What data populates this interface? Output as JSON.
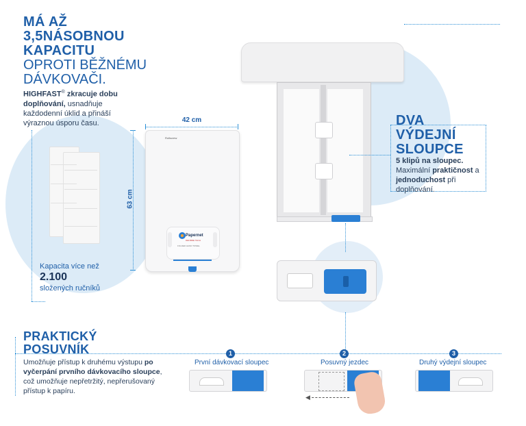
{
  "hero": {
    "line1": "MÁ AŽ",
    "line2": "3,5NÁSOBNOU",
    "line3": "KAPACITU",
    "line4": "OPROTI BĚŽNÉMU",
    "line5": "DÁVKOVAČI.",
    "brand": "HIGHFAST",
    "reg": "®",
    "p1_bold": " zkracuje dobu",
    "p2_bold": "doplňování,",
    "p2_rest": " usnadňuje",
    "p3": "každodenní úklid a přináší",
    "p4": "výraznou úsporu času."
  },
  "dims": {
    "width": "42 cm",
    "height": "63 cm"
  },
  "capacity": {
    "line1": "Kapacita více než",
    "number": "2.100",
    "line3": "složených ručníků"
  },
  "dispenser": {
    "brand_top": "Rollscrew",
    "logo": "Papernet",
    "sub_logo": "DEFIBRE TECH",
    "small_text": "FOLDED HAND TOWEL"
  },
  "columns": {
    "title1": "DVA",
    "title2": "VÝDEJNÍ",
    "title3": "SLOUPCE",
    "b1": "5 klipů na sloupec.",
    "l2a": "Maximální ",
    "l2b": "praktičnost",
    "l2c": " a",
    "l3": "jednoduchost",
    "l3b": " při",
    "l4": "doplňování."
  },
  "slider": {
    "title1": "PRAKTICKÝ",
    "title2": "POSUVNÍK",
    "t1": "Umožňuje přístup k druhému výstupu ",
    "t1b": "po",
    "t2": "vyčerpání prvního dávkovacího sloupce",
    "t2b": ",",
    "t3": "což umožňuje nepřetržitý, nepřerušovaný",
    "t4": "přístup k papíru."
  },
  "steps": [
    {
      "num": "1",
      "label": "První dávkovací sloupec"
    },
    {
      "num": "2",
      "label": "Posuvný jezdec"
    },
    {
      "num": "3",
      "label": "Druhý výdejní sloupec"
    }
  ],
  "colors": {
    "accent": "#1f5fa8",
    "light_circle": "#dcebf7",
    "slider_blue": "#2a7fd4"
  }
}
